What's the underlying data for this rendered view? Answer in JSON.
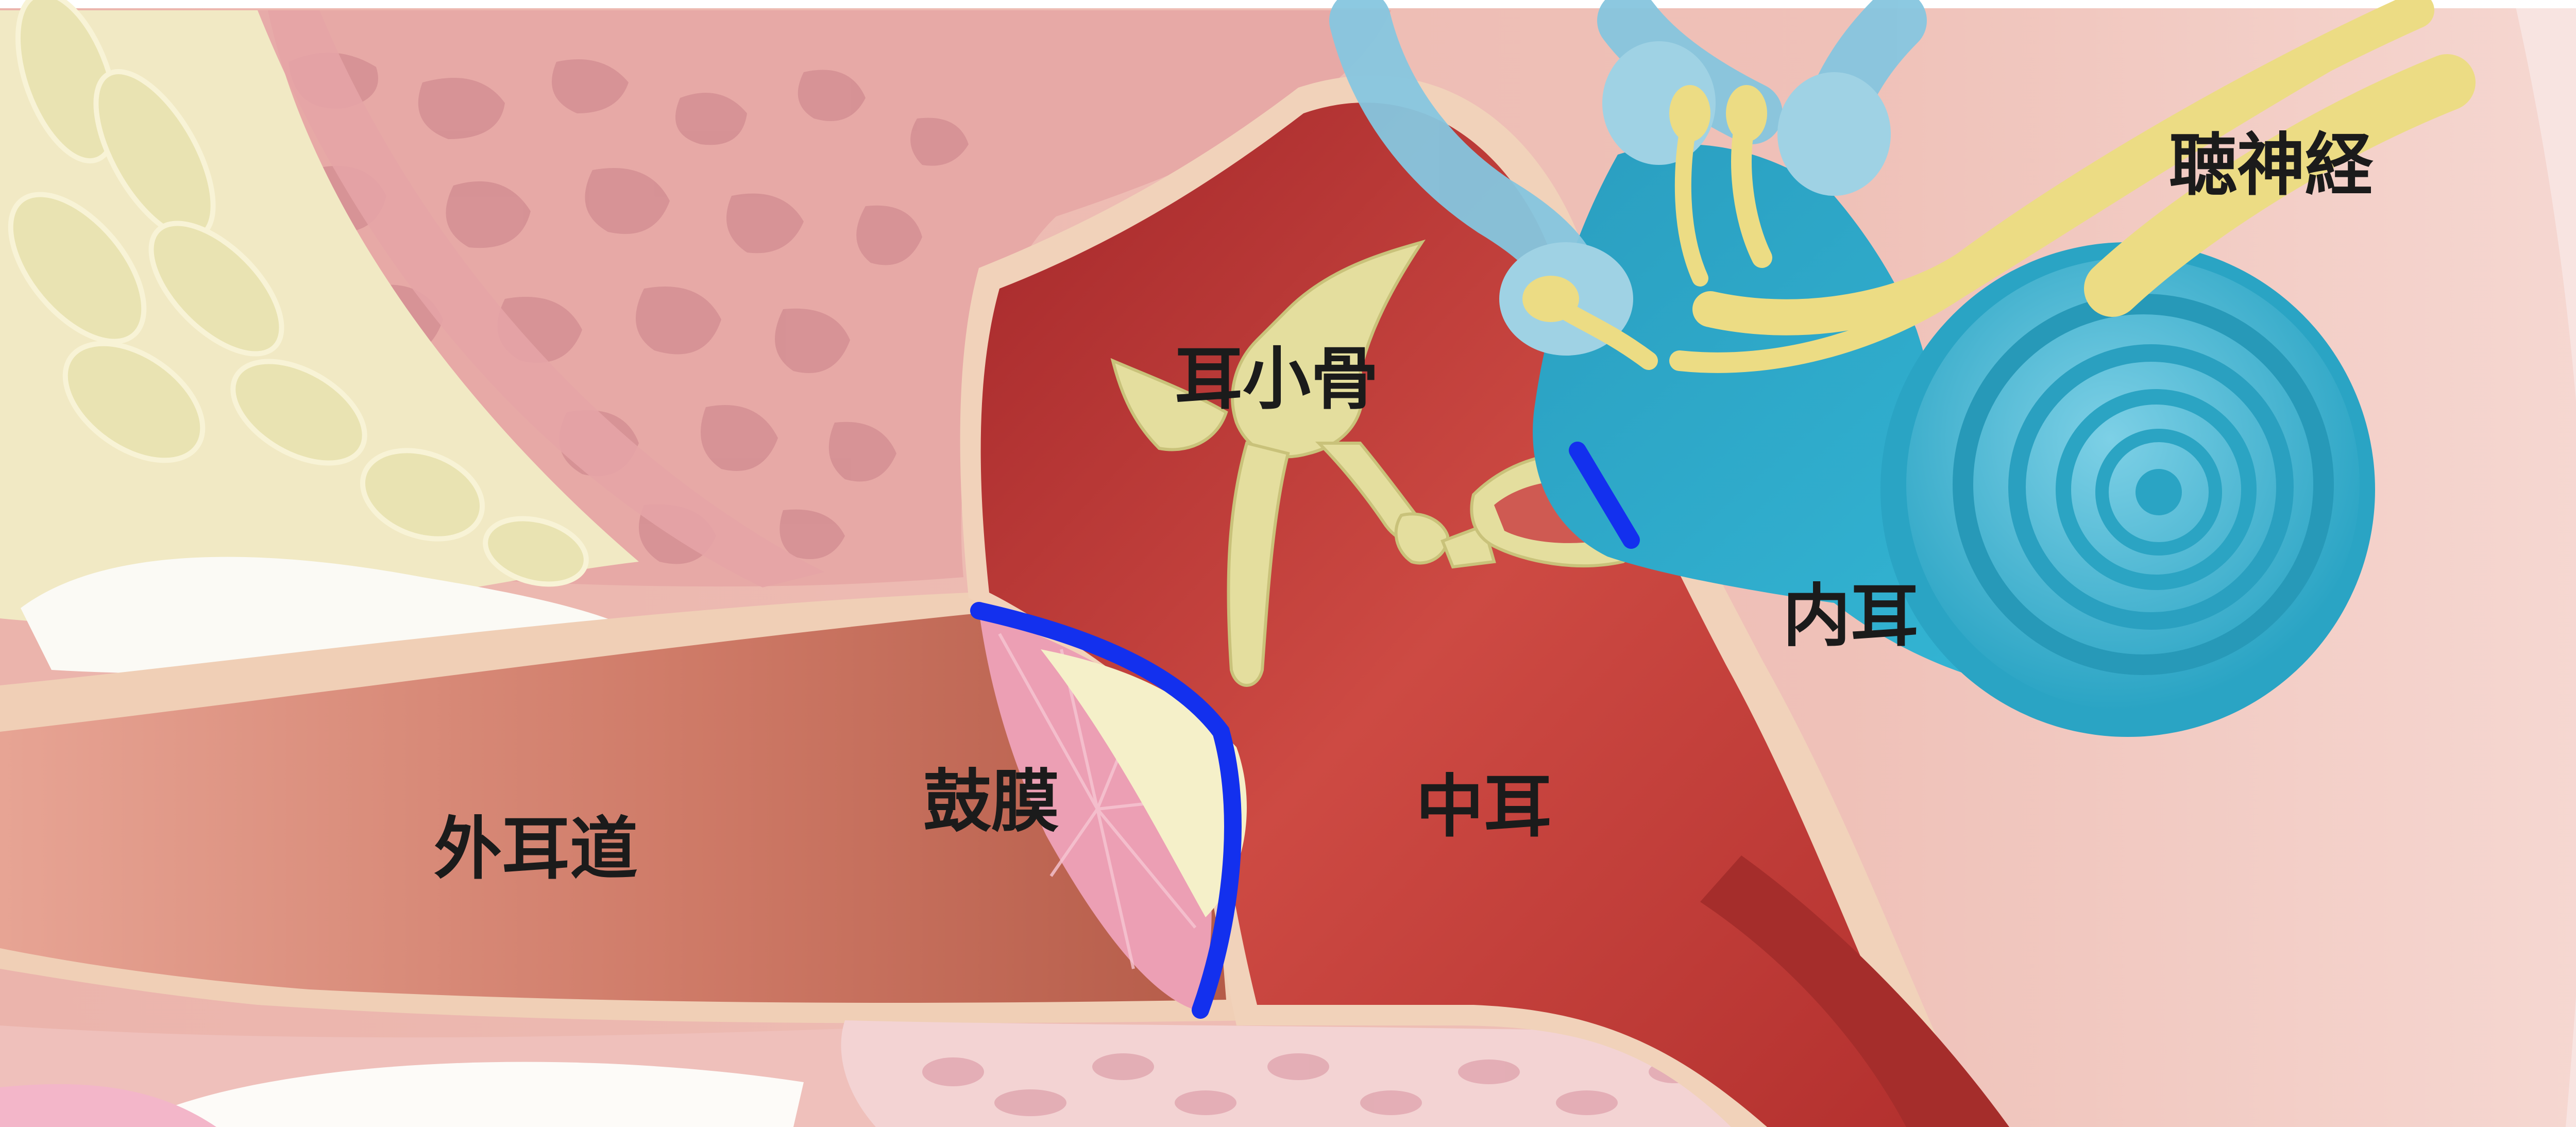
{
  "labels": {
    "outer_ear_canal": "外耳道",
    "tympanic_membrane": "鼓膜",
    "ossicles": "耳小骨",
    "middle_ear": "中耳",
    "inner_ear": "内耳",
    "auditory_nerve": "聴神経"
  },
  "colors": {
    "skin": "#ecbcb4",
    "bone_tissue": "#dc9898",
    "cartilage": "#f0eec6",
    "ear_canal": "#c9705e",
    "middle_ear_cavity": "#c03a36",
    "eardrum": "#ec9fb4",
    "ossicles": "#e3df9d",
    "inner_ear": "#2fb0ce",
    "semicircular_canals": "#86c6df",
    "nerve": "#ecdc84",
    "highlight": "#1330ee"
  }
}
